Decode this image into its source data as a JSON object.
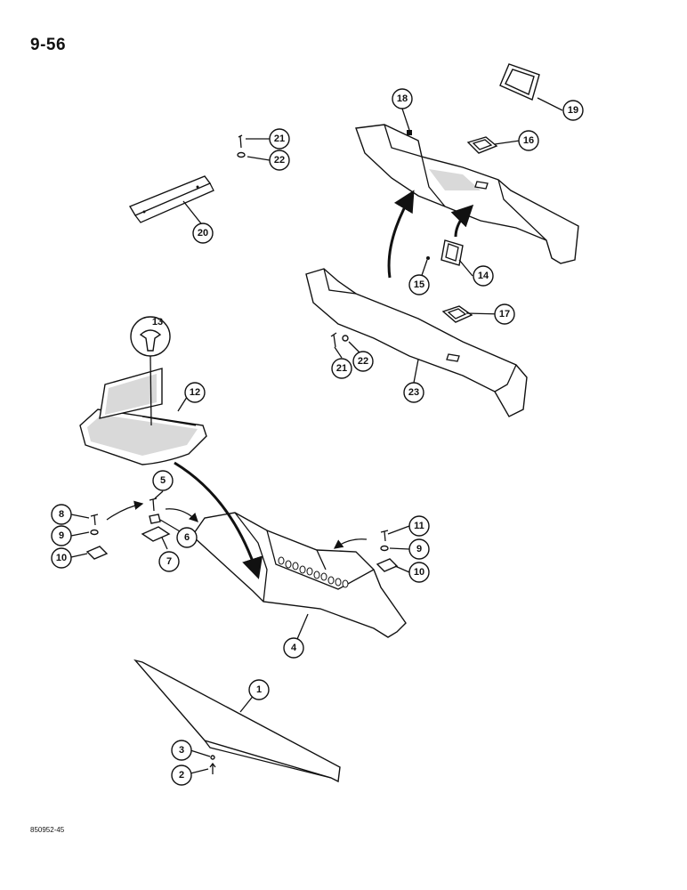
{
  "page": {
    "page_number": "9-56",
    "drawing_code": "850952-45"
  },
  "callouts": [
    {
      "id": "c1",
      "label": "1"
    },
    {
      "id": "c2",
      "label": "2"
    },
    {
      "id": "c3",
      "label": "3"
    },
    {
      "id": "c4",
      "label": "4"
    },
    {
      "id": "c5",
      "label": "5"
    },
    {
      "id": "c6",
      "label": "6"
    },
    {
      "id": "c7",
      "label": "7"
    },
    {
      "id": "c8",
      "label": "8"
    },
    {
      "id": "c9a",
      "label": "9"
    },
    {
      "id": "c9b",
      "label": "9"
    },
    {
      "id": "c10a",
      "label": "10"
    },
    {
      "id": "c10b",
      "label": "10"
    },
    {
      "id": "c11",
      "label": "11"
    },
    {
      "id": "c12",
      "label": "12"
    },
    {
      "id": "c13",
      "label": "13"
    },
    {
      "id": "c14",
      "label": "14"
    },
    {
      "id": "c15",
      "label": "15"
    },
    {
      "id": "c16",
      "label": "16"
    },
    {
      "id": "c17",
      "label": "17"
    },
    {
      "id": "c18",
      "label": "18"
    },
    {
      "id": "c19",
      "label": "19"
    },
    {
      "id": "c20",
      "label": "20"
    },
    {
      "id": "c21a",
      "label": "21"
    },
    {
      "id": "c21b",
      "label": "21"
    },
    {
      "id": "c22a",
      "label": "22"
    },
    {
      "id": "c22b",
      "label": "22"
    },
    {
      "id": "c23",
      "label": "23"
    }
  ]
}
